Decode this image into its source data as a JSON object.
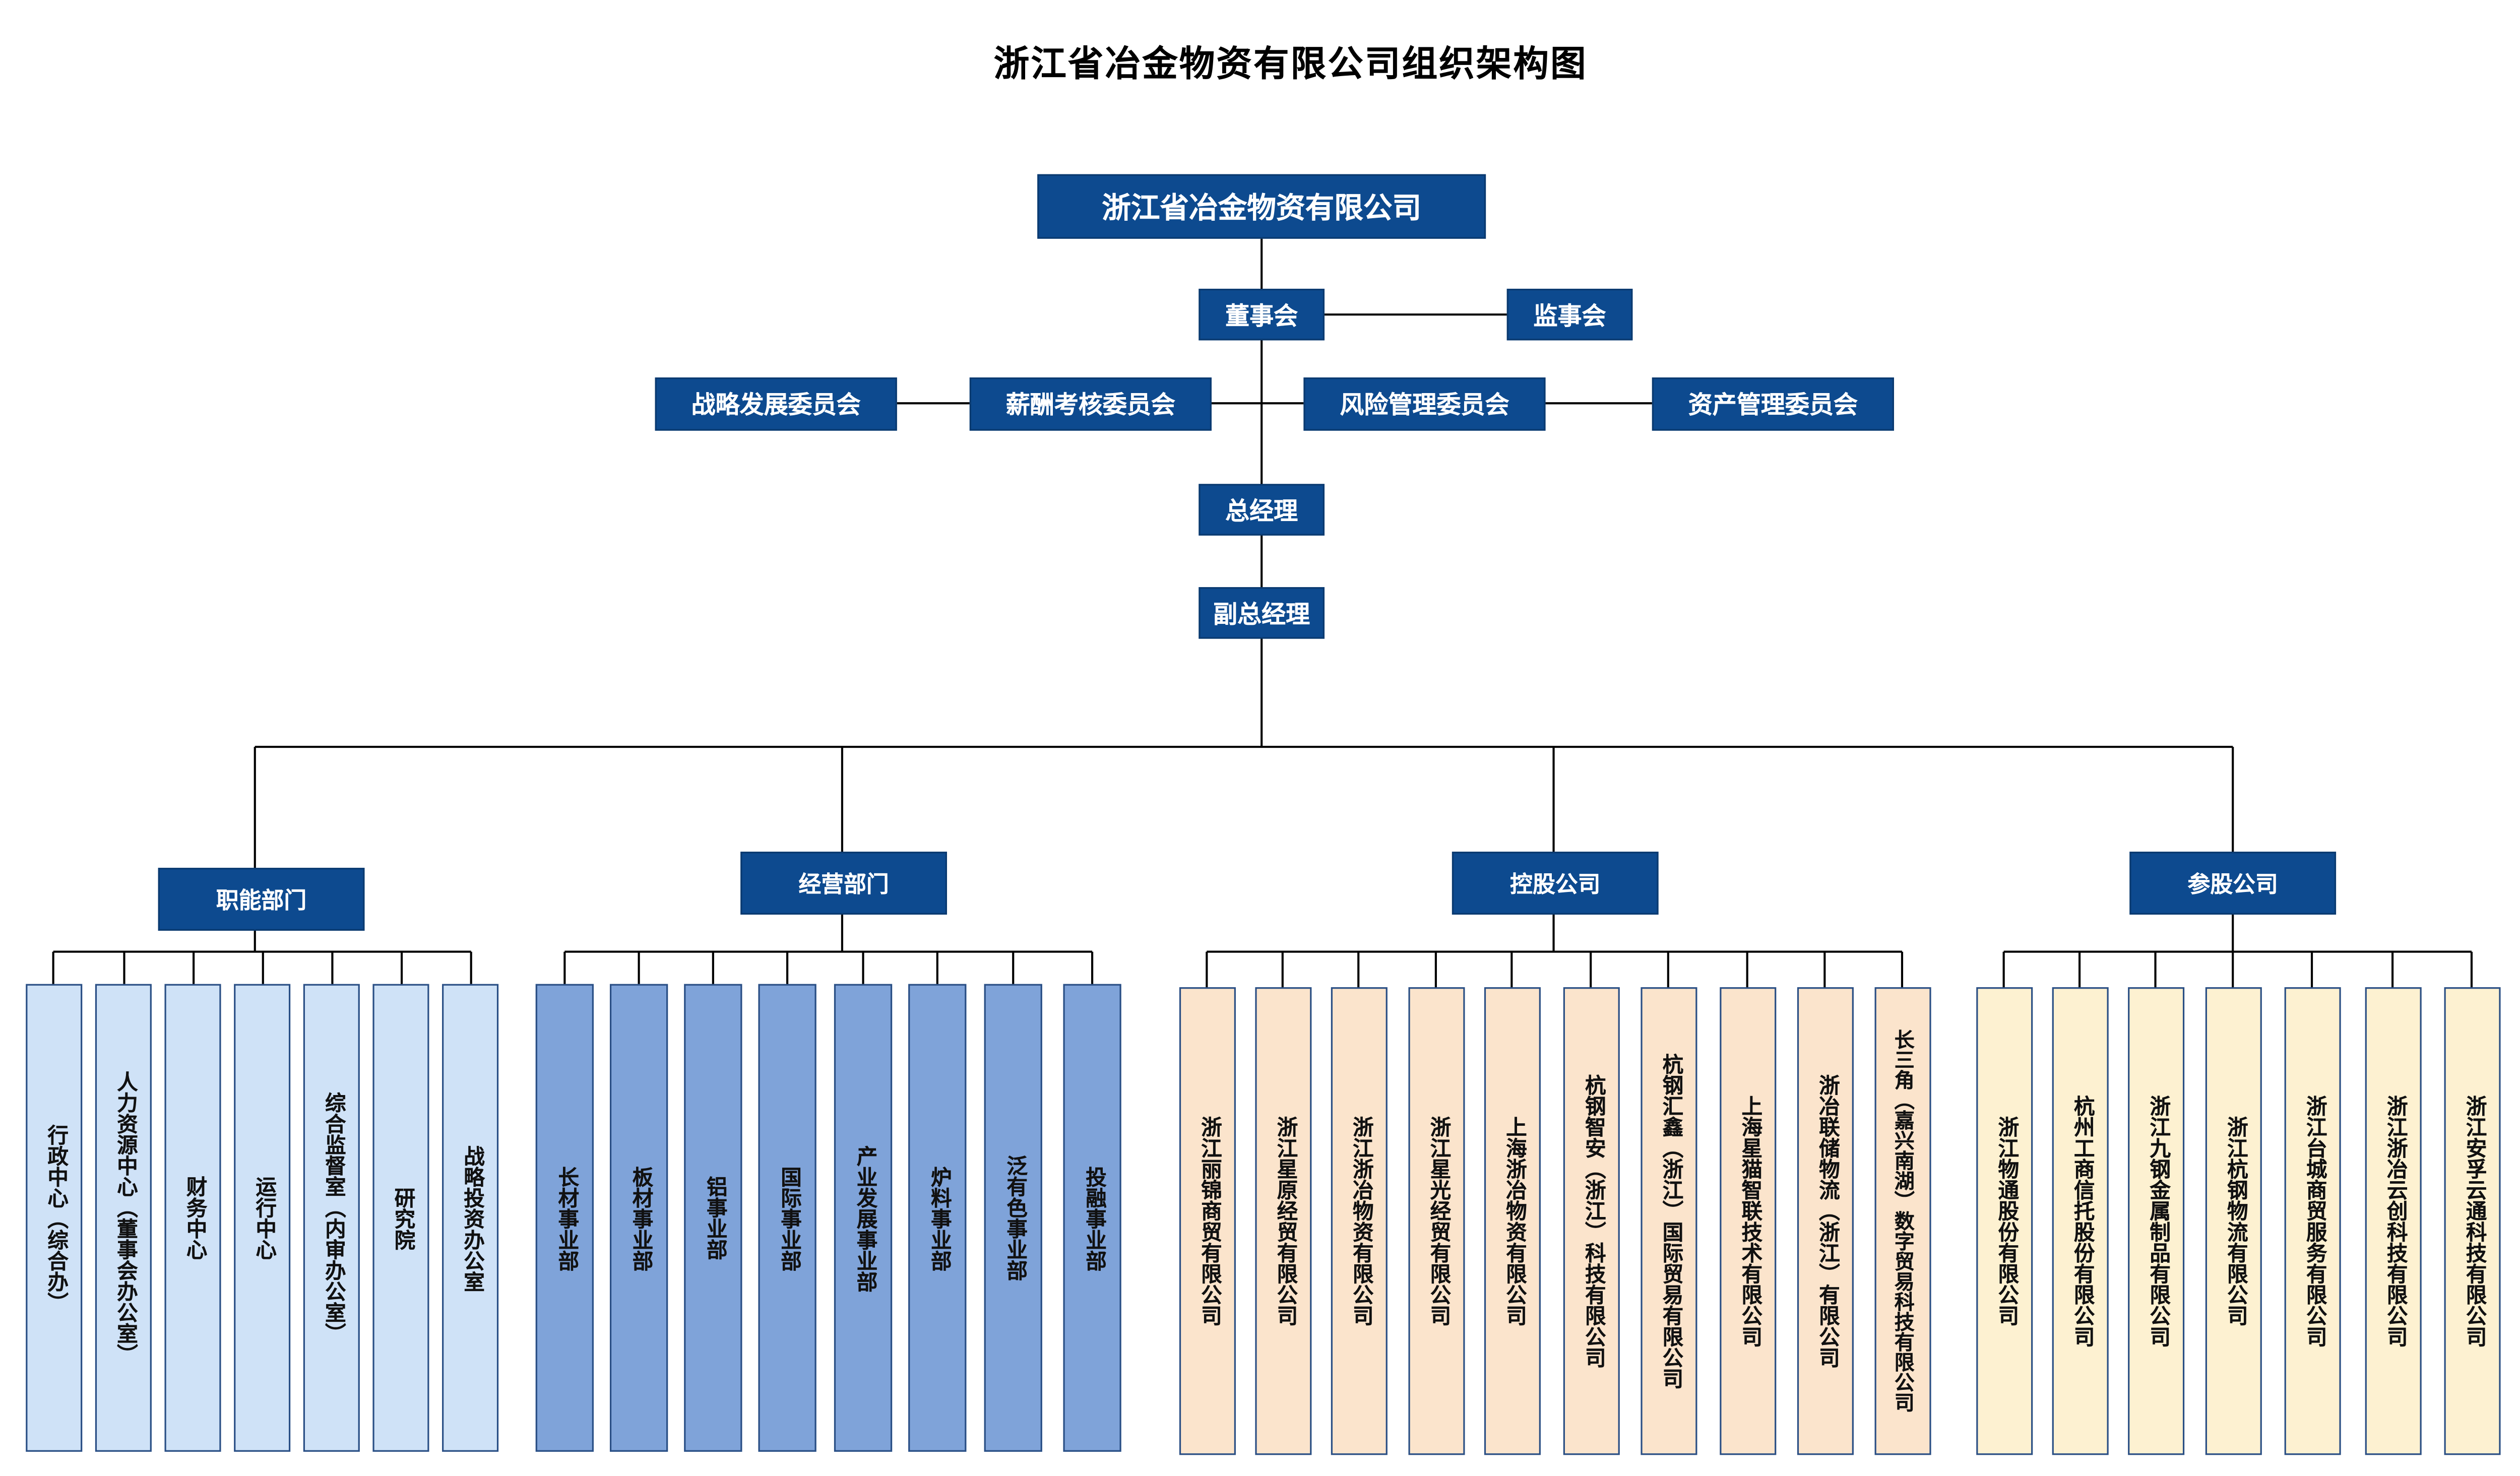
{
  "title": "浙江省冶金物资有限公司组织架构图",
  "colors": {
    "header_box": "#0d4a8f",
    "line": "#000000",
    "functional": "#cfe2f7",
    "business": "#7fa3d9",
    "holding": "#fbe4cc",
    "participating": "#fdf1d1"
  },
  "top": {
    "company": "浙江省冶金物资有限公司",
    "board": "董事会",
    "supervisory": "监事会",
    "committees": [
      "战略发展委员会",
      "薪酬考核委员会",
      "风险管理委员会",
      "资产管理委员会"
    ],
    "gm": "总经理",
    "deputy_gm": "副总经理"
  },
  "groups": [
    {
      "name": "职能部门",
      "items": [
        "行政中心（综合办）",
        "人力资源中心（董事会办公室）",
        "财务中心",
        "运行中心",
        "综合监督室（内审办公室）",
        "研究院",
        "战略投资办公室"
      ]
    },
    {
      "name": "经营部门",
      "items": [
        "长材事业部",
        "板材事业部",
        "铝事业部",
        "国际事业部",
        "产业发展事业部",
        "炉料事业部",
        "泛有色事业部",
        "投融事业部"
      ]
    },
    {
      "name": "控股公司",
      "items": [
        "浙江丽锦商贸有限公司",
        "浙江星原经贸有限公司",
        "浙江浙冶物资有限公司",
        "浙江星光经贸有限公司",
        "上海浙冶物资有限公司",
        "杭钢智安（浙江）科技有限公司",
        "杭钢汇鑫（浙江）国际贸易有限公司",
        "上海星猫智联技术有限公司",
        "浙冶联储物流（浙江）有限公司",
        "长三角（嘉兴南湖）数字贸易科技有限公司"
      ]
    },
    {
      "name": "参股公司",
      "items": [
        "浙江物通股份有限公司",
        "杭州工商信托股份有限公司",
        "浙江九钢金属制品有限公司",
        "浙江杭钢物流有限公司",
        "浙江台城商贸服务有限公司",
        "浙江浙冶云创科技有限公司",
        "浙江安孚云通科技有限公司"
      ]
    }
  ]
}
